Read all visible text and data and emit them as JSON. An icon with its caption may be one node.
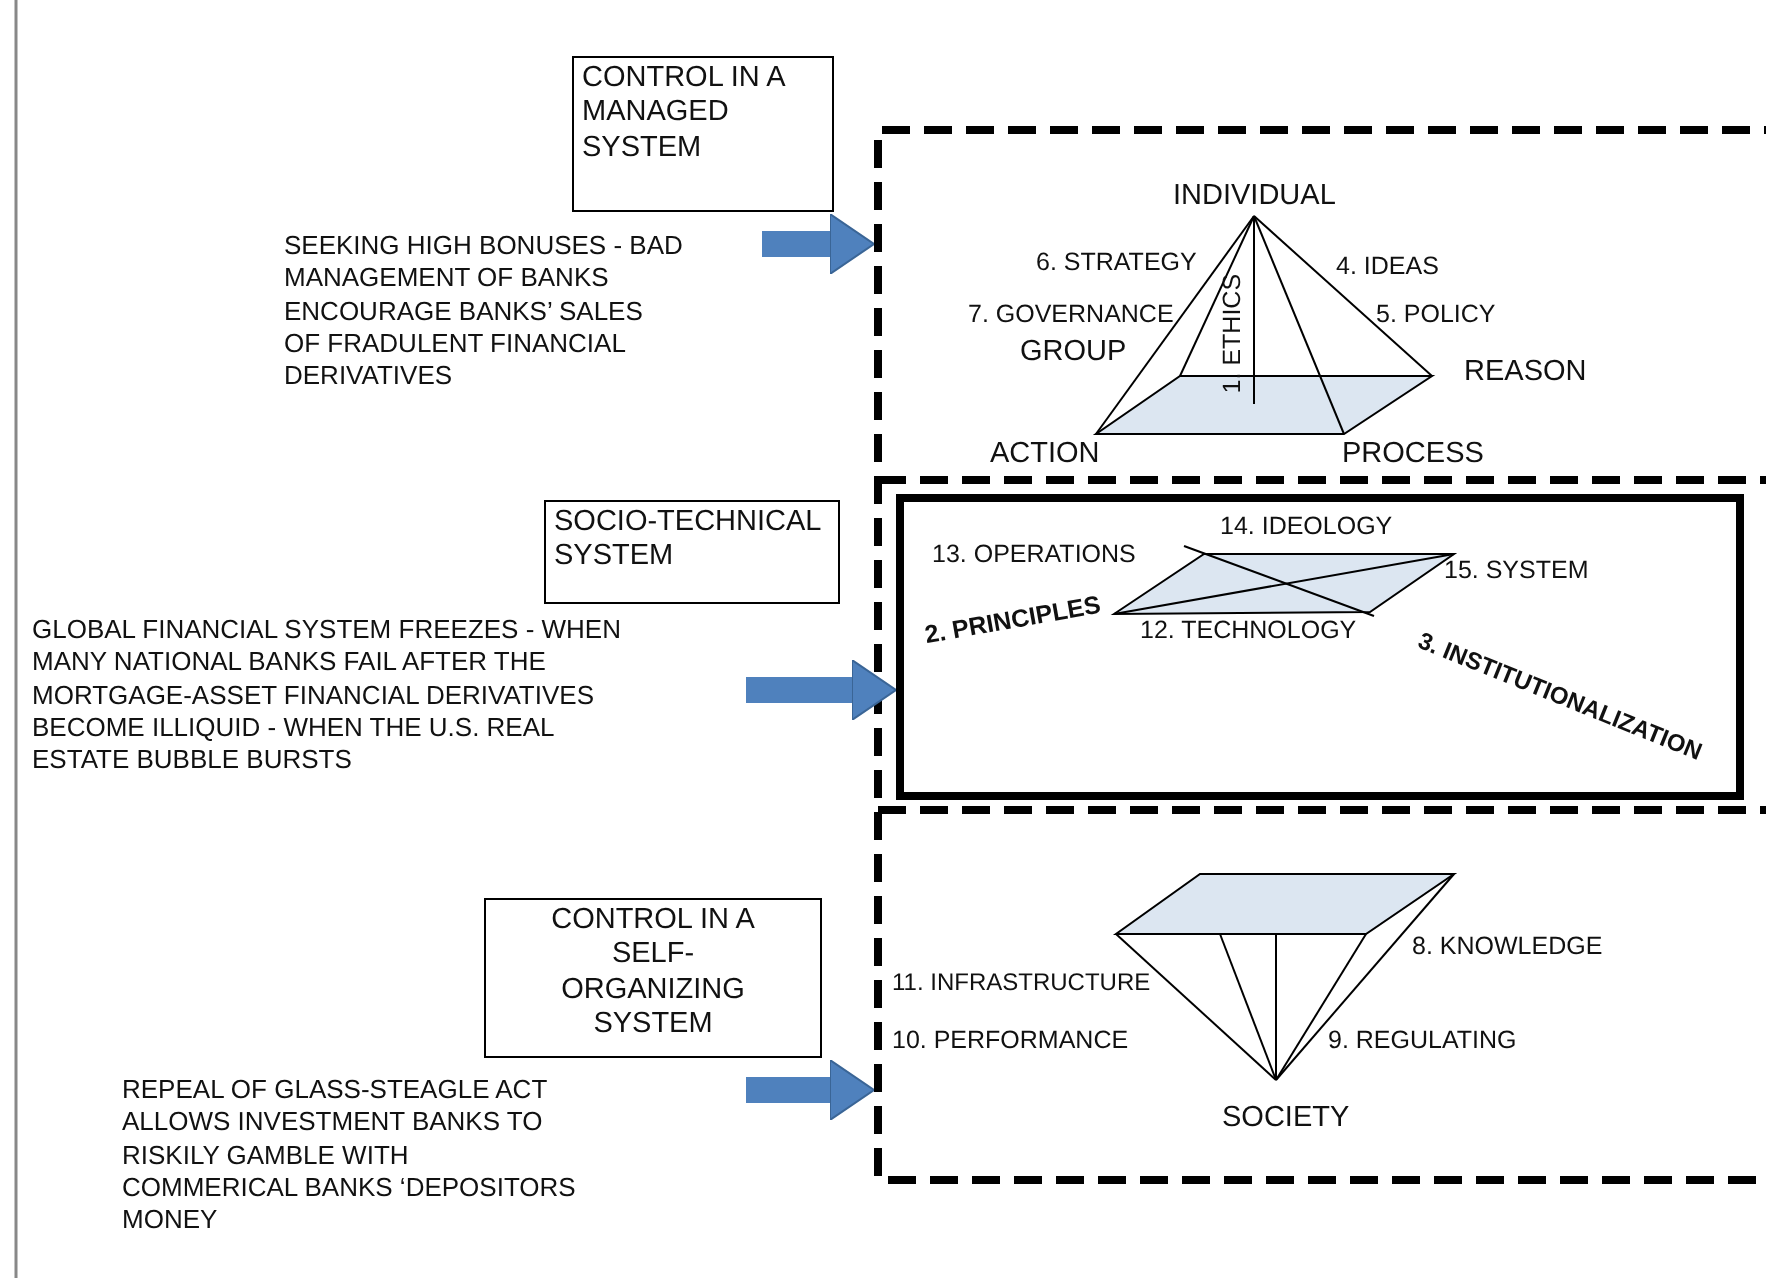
{
  "diagram": {
    "nodes": [
      {
        "text": [
          "CONTROL IN A MANAGED SYSTEM"
        ]
      },
      {
        "text": [
          "SOCIO-TECHNICAL SYSTEM"
        ]
      },
      {
        "text": [
          "CONTROL IN A SELF-ORGANIZING SYSTEM"
        ]
      },
      {
        "text": [],
        "shape": "box"
      },
      {
        "text": [],
        "shape": "box",
        "in": 3
      }
    ],
    "edges": [
      {
        "from": null,
        "to": 3,
        "arrow": "to"
      },
      {
        "from": null,
        "to": 4,
        "arrow": "to"
      },
      {
        "from": null,
        "to": 3,
        "arrow": "to"
      }
    ],
    "labels": [
      "INDIVIDUAL",
      "SEEKING HIGH BONUSES - BAD MANAGEMENT OF BANKS ENCOURAGE BANKS’ SALES OF FRADULENT FINANCIAL DERIVATIVES",
      "6. STRATEGY",
      "4. IDEAS",
      "7. GOVERNANCE",
      "5. POLICY",
      "1. ETHICS",
      "GROUP",
      "REASON",
      "ACTION",
      "PROCESS",
      "14. IDEOLOGY",
      "13. OPERATIONS",
      "15. SYSTEM",
      "GLOBAL FINANCIAL SYSTEM FREEZES - WHEN MANY NATIONAL BANKS FAIL AFTER THE MORTGAGE-ASSET FINANCIAL DERIVATIVES BECOME ILLIQUID - WHEN THE U.S. REAL ESTATE BUBBLE BURSTS",
      "2. PRINCIPLES",
      "12. TECHNOLOGY",
      "3. INSTITUTIONALIZATION",
      "8. KNOWLEDGE",
      "11. INFRASTRUCTURE",
      "10. PERFORMANCE",
      "9. REGULATING",
      "REPEAL OF GLASS-STEAGLE ACT ALLOWS INVESTMENT BANKS TO RISKILY GAMBLE WITH COMMERICAL BANKS ‘DEPOSITORS MONEY",
      "SOCIETY"
    ]
  }
}
